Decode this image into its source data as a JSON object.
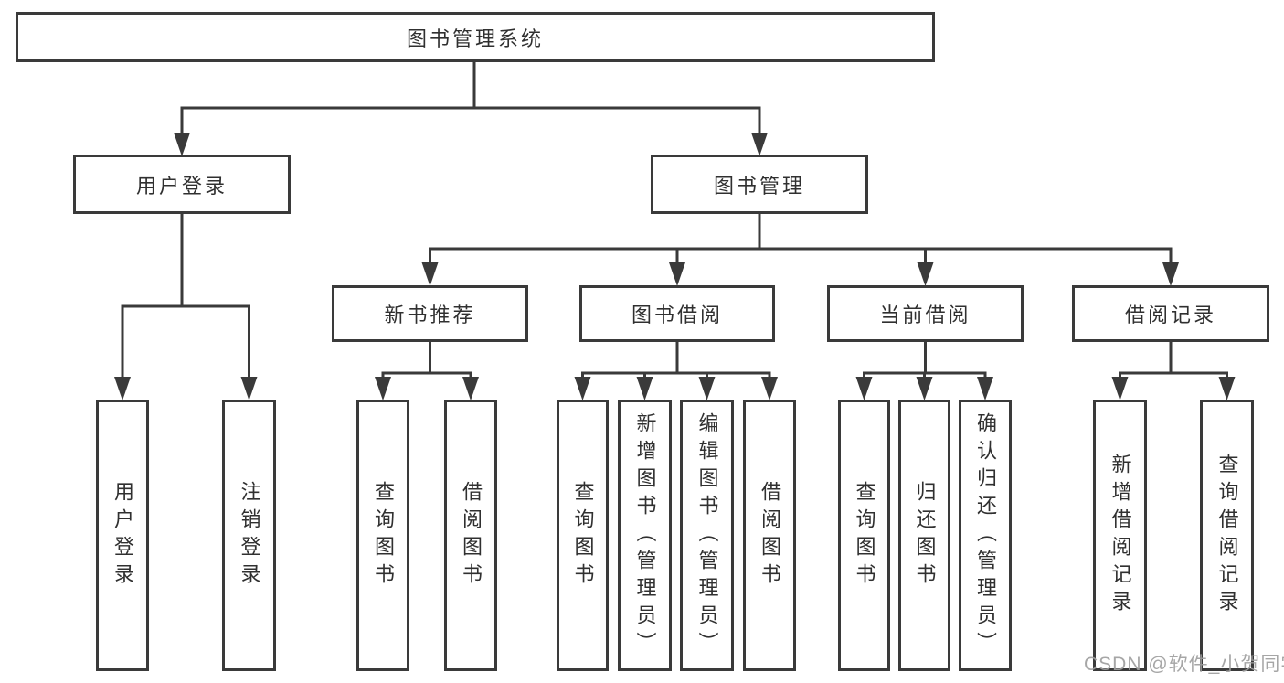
{
  "colors": {
    "line": "#3a3a3a",
    "box_border": "#3a3a3a",
    "text": "#303030",
    "background": "#ffffff",
    "watermark": "#9e9e9e"
  },
  "tree": {
    "root": {
      "label": "图书管理系统"
    },
    "branches": [
      {
        "label": "用户登录",
        "children": [
          {
            "label": "用户登录"
          },
          {
            "label": "注销登录"
          }
        ]
      },
      {
        "label": "图书管理",
        "children": [
          {
            "label": "新书推荐",
            "children": [
              {
                "label": "查询图书"
              },
              {
                "label": "借阅图书"
              }
            ]
          },
          {
            "label": "图书借阅",
            "children": [
              {
                "label": "查询图书"
              },
              {
                "label": "新增图书（管理员）"
              },
              {
                "label": "编辑图书（管理员）"
              },
              {
                "label": "借阅图书"
              }
            ]
          },
          {
            "label": "当前借阅",
            "children": [
              {
                "label": "查询图书"
              },
              {
                "label": "归还图书"
              },
              {
                "label": "确认归还（管理员）"
              }
            ]
          },
          {
            "label": "借阅记录",
            "children": [
              {
                "label": "新增借阅记录"
              },
              {
                "label": "查询借阅记录"
              }
            ]
          }
        ]
      }
    ]
  },
  "watermark": {
    "text": "CSDN @软件_小贺同学"
  }
}
